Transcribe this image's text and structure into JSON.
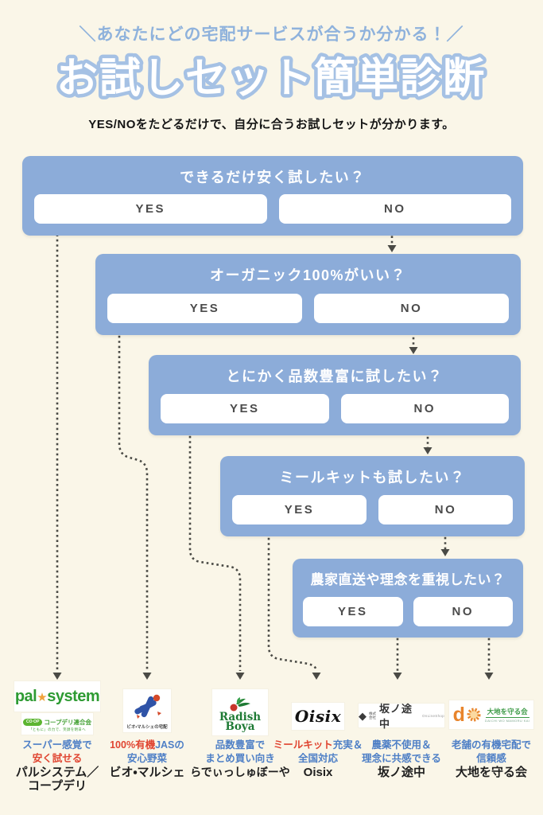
{
  "header": {
    "tagline": "＼あなたにどの宅配サービスが合うか分かる！／",
    "title": "お試しセット簡単診断",
    "subtitle": "YES/NOをたどるだけで、自分に合うお試しセットが分かります。"
  },
  "flow": {
    "steps": [
      {
        "question": "できるだけ安く試したい？",
        "yes": "YES",
        "no": "NO"
      },
      {
        "question": "オーガニック100%がいい？",
        "yes": "YES",
        "no": "NO"
      },
      {
        "question": "とにかく品数豊富に試したい？",
        "yes": "YES",
        "no": "NO"
      },
      {
        "question": "ミールキットも試したい？",
        "yes": "YES",
        "no": "NO"
      },
      {
        "question": "農家直送や理念を重視したい？",
        "yes": "YES",
        "no": "NO"
      }
    ]
  },
  "services": [
    {
      "logo": {
        "brand_left": "pal",
        "star": "★",
        "brand_right": "system",
        "coop_badge": "CO·OP",
        "coop_name": "コープデリ連合会",
        "coop_tagline": "「ともに」の力で、笑顔を明日へ"
      },
      "desc": [
        [
          {
            "text": "スーパー感覚で",
            "color": "blue"
          }
        ],
        [
          {
            "text": "安く試せる",
            "color": "red"
          }
        ]
      ],
      "name_lines": [
        "パルシステム／",
        "コープデリ"
      ]
    },
    {
      "logo": {
        "caption": "ビオ・マルシェの宅配"
      },
      "desc": [
        [
          {
            "text": "100%有機",
            "color": "red"
          },
          {
            "text": "JASの",
            "color": "blue"
          }
        ],
        [
          {
            "text": "安心野菜",
            "color": "blue"
          }
        ]
      ],
      "name": "ビオ・マルシェ"
    },
    {
      "logo": {
        "line1": "Radish",
        "line2": "Boya"
      },
      "desc": [
        [
          {
            "text": "品数豊富で",
            "color": "blue"
          }
        ],
        [
          {
            "text": "まとめ買い向き",
            "color": "blue"
          }
        ]
      ],
      "name": "らでぃっしゅぼーや"
    },
    {
      "logo": {
        "text": "Oisix"
      },
      "desc": [
        [
          {
            "text": "ミールキット",
            "color": "red"
          },
          {
            "text": "充実＆",
            "color": "blue"
          }
        ],
        [
          {
            "text": "全国対応",
            "color": "blue"
          }
        ]
      ],
      "name": "Oisix"
    },
    {
      "logo": {
        "diamond": "◆",
        "company": "株式会社",
        "brand": "坂ノ途中",
        "shop": "OnLineShop"
      },
      "desc": [
        [
          {
            "text": "農薬不使用＆",
            "color": "blue"
          }
        ],
        [
          {
            "text": "理念に共感できる",
            "color": "blue"
          }
        ]
      ],
      "name": "坂ノ途中"
    },
    {
      "logo": {
        "initial_d": "d",
        "brand": "大地を守る会",
        "sub": "DAICHI WO MAMORU KAI"
      },
      "desc": [
        [
          {
            "text": "老舗の有機宅配で",
            "color": "blue"
          }
        ],
        [
          {
            "text": "信頼感",
            "color": "blue"
          }
        ]
      ],
      "name": "大地を守る会"
    }
  ],
  "colors": {
    "background": "#FAF6E8",
    "box_blue": "#8CACD9",
    "desc_blue": "#4E7FC6",
    "desc_red": "#E04531",
    "connector": "#4A4A45",
    "title_outline": "#A5C1E4",
    "tagline_blue": "#8FB2DC",
    "pal_green": "#2E9B33",
    "star_orange": "#F0A23C",
    "biomarche_blue": "#2F53A7",
    "biomarche_red": "#D44A2A",
    "radish_green": "#1E7A34",
    "daichi_orange": "#E8842C",
    "daichi_green": "#3C9A46"
  }
}
